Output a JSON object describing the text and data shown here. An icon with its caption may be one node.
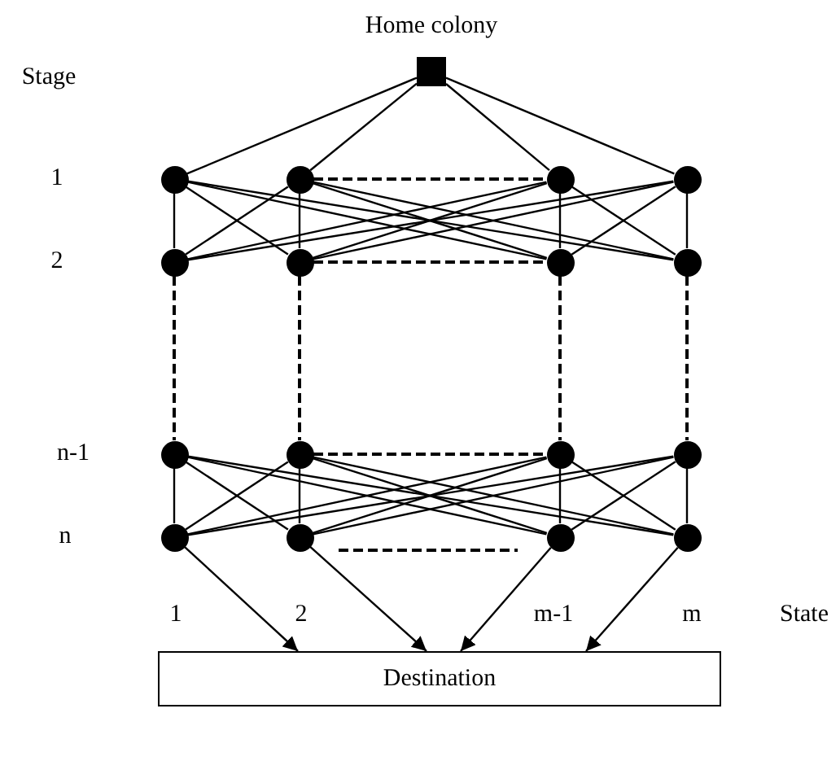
{
  "diagram": {
    "nodes": [
      {
        "text": [
          "Home colony"
        ]
      },
      {
        "text": [],
        "shape": "circle"
      },
      {
        "text": [],
        "shape": "circle"
      },
      {
        "text": [],
        "shape": "circle"
      },
      {
        "text": [],
        "shape": "circle"
      },
      {
        "text": [],
        "shape": "circle"
      },
      {
        "text": [],
        "shape": "circle"
      },
      {
        "text": [],
        "shape": "circle"
      },
      {
        "text": [],
        "shape": "circle"
      },
      {
        "text": [],
        "shape": "circle"
      },
      {
        "text": [],
        "shape": "circle"
      },
      {
        "text": [],
        "shape": "circle"
      },
      {
        "text": [],
        "shape": "circle"
      },
      {
        "text": [],
        "shape": "circle"
      },
      {
        "text": [],
        "shape": "circle"
      },
      {
        "text": [],
        "shape": "circle"
      },
      {
        "text": [],
        "shape": "circle"
      },
      {
        "text": [
          "Destination"
        ]
      }
    ],
    "edges": [
      {
        "from": 0,
        "to": 1,
        "arrow": "none"
      },
      {
        "from": 0,
        "to": 2,
        "arrow": "none"
      },
      {
        "from": 0,
        "to": 3,
        "arrow": "none"
      },
      {
        "from": 0,
        "to": 4,
        "arrow": "none"
      },
      {
        "from": 2,
        "to": 3,
        "arrow": "none",
        "style": "dashed"
      },
      {
        "from": 1,
        "to": 5,
        "arrow": "none"
      },
      {
        "from": 1,
        "to": 6,
        "arrow": "none"
      },
      {
        "from": 1,
        "to": 7,
        "arrow": "none"
      },
      {
        "from": 1,
        "to": 8,
        "arrow": "none"
      },
      {
        "from": 2,
        "to": 5,
        "arrow": "none"
      },
      {
        "from": 2,
        "to": 6,
        "arrow": "none"
      },
      {
        "from": 2,
        "to": 7,
        "arrow": "none"
      },
      {
        "from": 2,
        "to": 8,
        "arrow": "none"
      },
      {
        "from": 3,
        "to": 5,
        "arrow": "none"
      },
      {
        "from": 3,
        "to": 6,
        "arrow": "none"
      },
      {
        "from": 3,
        "to": 7,
        "arrow": "none"
      },
      {
        "from": 3,
        "to": 8,
        "arrow": "none"
      },
      {
        "from": 4,
        "to": 5,
        "arrow": "none"
      },
      {
        "from": 4,
        "to": 6,
        "arrow": "none"
      },
      {
        "from": 4,
        "to": 7,
        "arrow": "none"
      },
      {
        "from": 4,
        "to": 8,
        "arrow": "none"
      },
      {
        "from": 6,
        "to": 7,
        "arrow": "none",
        "style": "dashed"
      },
      {
        "from": 5,
        "to": 9,
        "arrow": "none",
        "style": "dashed"
      },
      {
        "from": 6,
        "to": 10,
        "arrow": "none",
        "style": "dashed"
      },
      {
        "from": 7,
        "to": 11,
        "arrow": "none",
        "style": "dashed"
      },
      {
        "from": 8,
        "to": 12,
        "arrow": "none",
        "style": "dashed"
      },
      {
        "from": 10,
        "to": 11,
        "arrow": "none",
        "style": "dashed"
      },
      {
        "from": 9,
        "to": 13,
        "arrow": "none"
      },
      {
        "from": 9,
        "to": 14,
        "arrow": "none"
      },
      {
        "from": 9,
        "to": 15,
        "arrow": "none"
      },
      {
        "from": 9,
        "to": 16,
        "arrow": "none"
      },
      {
        "from": 10,
        "to": 13,
        "arrow": "none"
      },
      {
        "from": 10,
        "to": 14,
        "arrow": "none"
      },
      {
        "from": 10,
        "to": 15,
        "arrow": "none"
      },
      {
        "from": 10,
        "to": 16,
        "arrow": "none"
      },
      {
        "from": 11,
        "to": 13,
        "arrow": "none"
      },
      {
        "from": 11,
        "to": 14,
        "arrow": "none"
      },
      {
        "from": 11,
        "to": 15,
        "arrow": "none"
      },
      {
        "from": 11,
        "to": 16,
        "arrow": "none"
      },
      {
        "from": 12,
        "to": 13,
        "arrow": "none"
      },
      {
        "from": 12,
        "to": 14,
        "arrow": "none"
      },
      {
        "from": 12,
        "to": 15,
        "arrow": "none"
      },
      {
        "from": 12,
        "to": 16,
        "arrow": "none"
      },
      {
        "from": 13,
        "to": 17,
        "arrow": "to"
      },
      {
        "from": 14,
        "to": 17,
        "arrow": "to"
      },
      {
        "from": 15,
        "to": 17,
        "arrow": "to"
      },
      {
        "from": 16,
        "to": 17,
        "arrow": "to"
      }
    ],
    "labels": [
      "Stage",
      "1",
      "2",
      "n-1",
      "n",
      "1",
      "2",
      "m-1",
      "m",
      "State"
    ]
  }
}
